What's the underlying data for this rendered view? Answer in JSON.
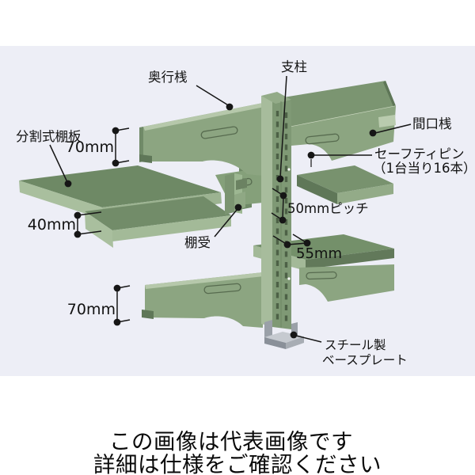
{
  "diagram": {
    "labels": {
      "depth_beam": "奥行桟",
      "post": "支柱",
      "front_beam": "間口桟",
      "safety_pin_line1": "セーフティピン",
      "safety_pin_line2": "（1台当り16本）",
      "split_shelf": "分割式棚板",
      "shelf_support": "棚受",
      "base_plate_line1": "スチール製",
      "base_plate_line2": "ベースプレート"
    },
    "dimensions": {
      "top_beam_height": "70mm",
      "shelf_edge_height": "40mm",
      "hole_pitch": "50mmピッチ",
      "post_offset": "55mm",
      "bottom_beam_height": "70mm"
    },
    "colors": {
      "rack_green": "#7f9975",
      "rack_green_dark": "#5f7758",
      "rack_green_light": "#a9bf9e",
      "base_plate_gray": "#c6cad0",
      "background_band": "#edeef6",
      "line_and_text": "#111111"
    }
  },
  "notice": {
    "line1": "この画像は代表画像です",
    "line2": "詳細は仕様をご確認ください"
  }
}
